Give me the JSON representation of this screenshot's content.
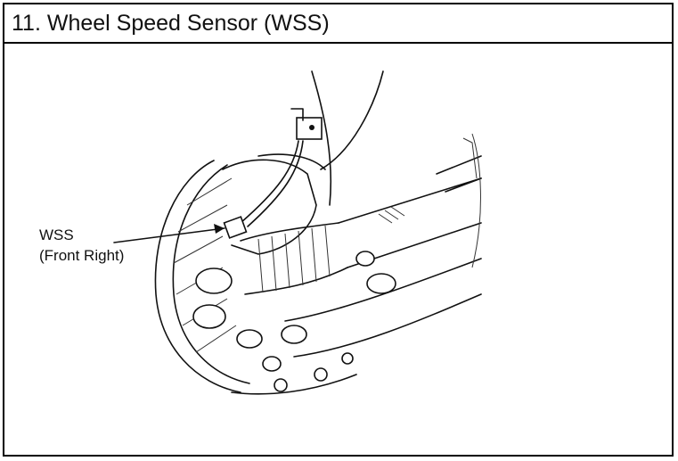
{
  "header": {
    "title": "11. Wheel Speed Sensor (WSS)"
  },
  "figure": {
    "callout_line1": "WSS",
    "callout_line2": "(Front Right)"
  }
}
